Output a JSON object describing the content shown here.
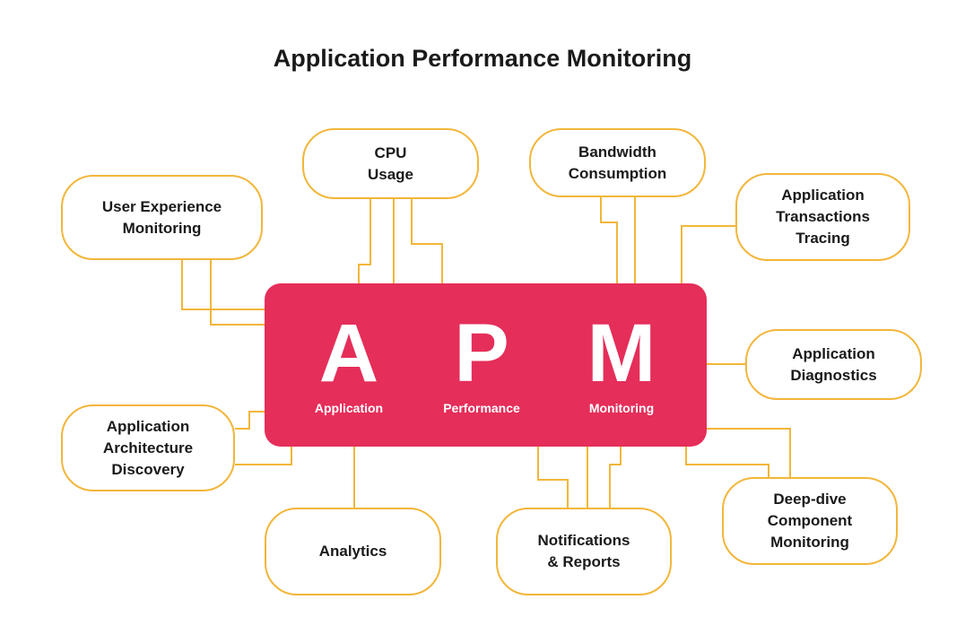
{
  "title": "Application Performance Monitoring",
  "apm": {
    "letters": [
      {
        "letter": "A",
        "label": "Application"
      },
      {
        "letter": "P",
        "label": "Performance"
      },
      {
        "letter": "M",
        "label": "Monitoring"
      }
    ],
    "color": "#e52e5a"
  },
  "nodes": {
    "cpu_usage": "CPU\nUsage",
    "bandwidth": "Bandwidth\nConsumption",
    "user_experience": "User Experience\nMonitoring",
    "transactions": "Application\nTransactions\nTracing",
    "diagnostics": "Application\nDiagnostics",
    "architecture": "Application\nArchitecture\nDiscovery",
    "analytics": "Analytics",
    "notifications": "Notifications\n& Reports",
    "deep_dive": "Deep-dive\nComponent\nMonitoring"
  },
  "colors": {
    "connector": "#f2b63a",
    "text": "#1a1a1a"
  }
}
